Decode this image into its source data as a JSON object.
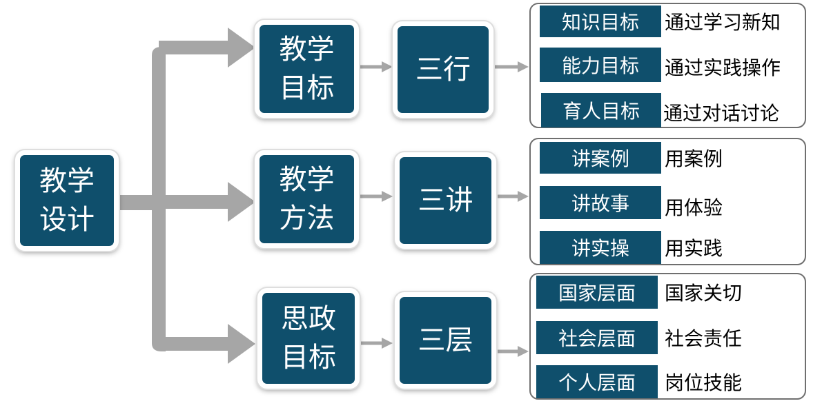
{
  "root": {
    "label": "教学设计"
  },
  "branches": [
    {
      "category": "教学目标",
      "summary": "三行",
      "items": [
        {
          "label": "知识目标",
          "desc": "通过学习新知"
        },
        {
          "label": "能力目标",
          "desc": "通过实践操作"
        },
        {
          "label": "育人目标",
          "desc": "通过对话讨论"
        }
      ]
    },
    {
      "category": "教学方法",
      "summary": "三讲",
      "items": [
        {
          "label": "讲案例",
          "desc": "用案例"
        },
        {
          "label": "讲故事",
          "desc": "用体验"
        },
        {
          "label": "讲实操",
          "desc": "用实践"
        }
      ]
    },
    {
      "category": "思政目标",
      "summary": "三层",
      "items": [
        {
          "label": "国家层面",
          "desc": "国家关切"
        },
        {
          "label": "社会层面",
          "desc": "社会责任"
        },
        {
          "label": "个人层面",
          "desc": "岗位技能"
        }
      ]
    }
  ],
  "colors": {
    "node_fill": "#0f4f6c",
    "arrow": "#a6a6a6",
    "border": "#6f6f6f"
  }
}
